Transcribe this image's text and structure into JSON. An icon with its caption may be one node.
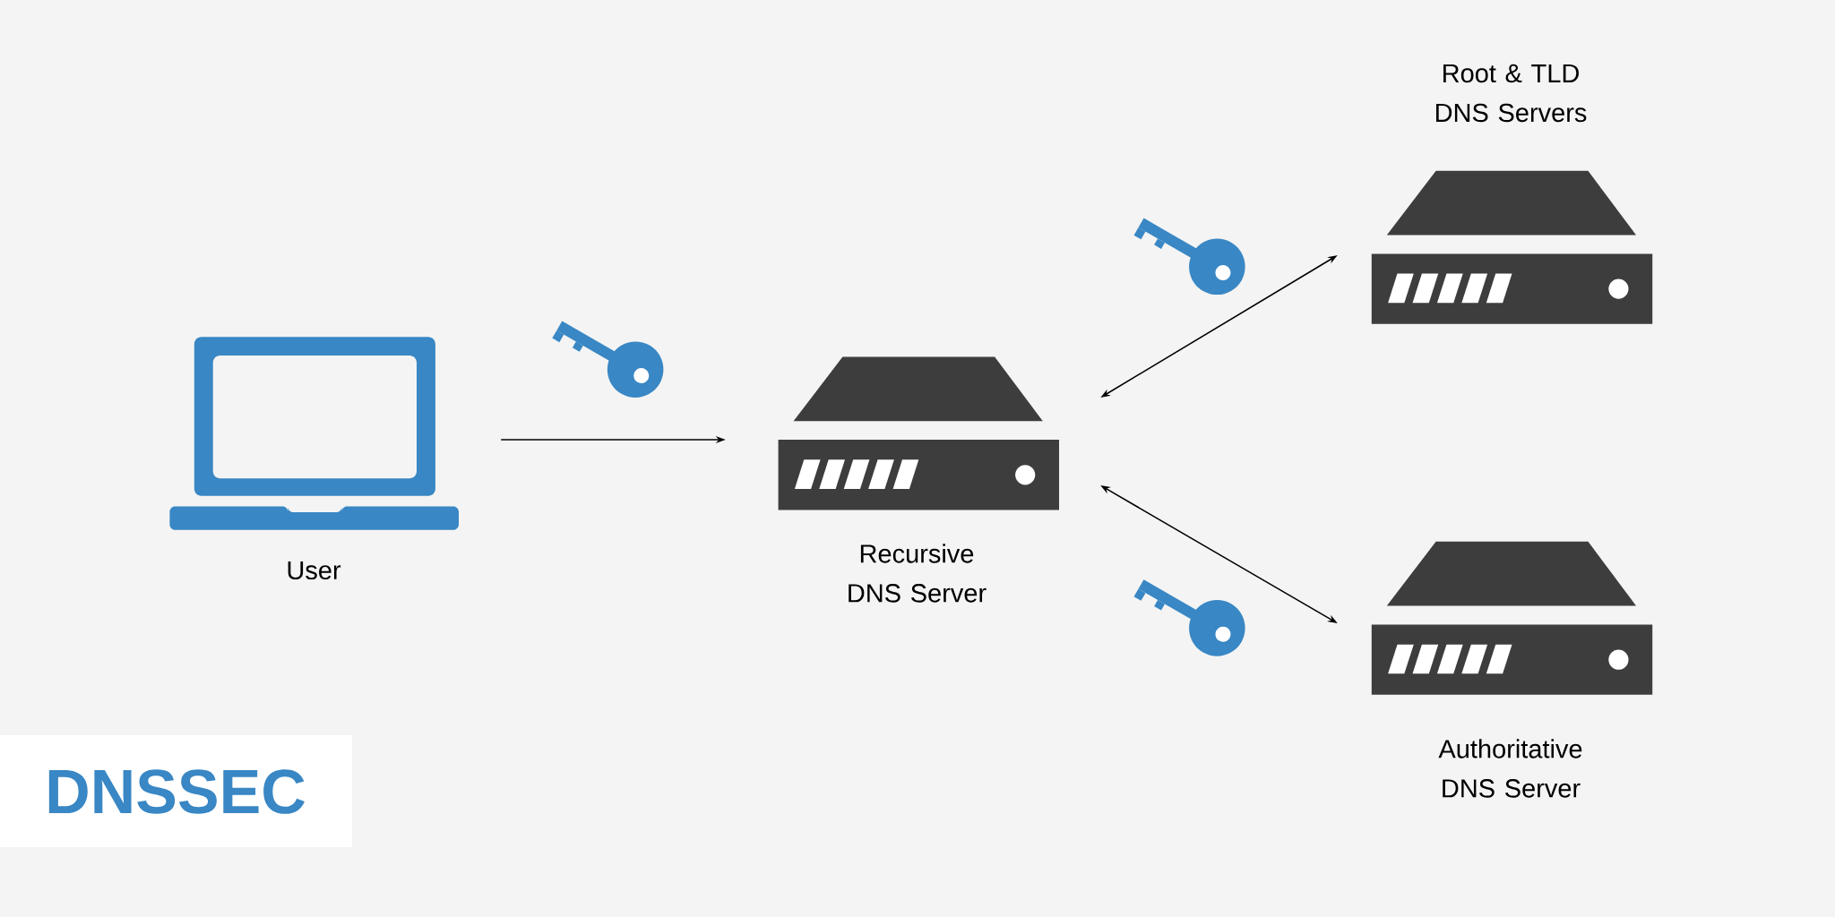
{
  "diagram": {
    "title": "DNSSEC",
    "nodes": [
      {
        "text": [
          "User"
        ]
      },
      {
        "text": [
          "Recursive DNS Server"
        ]
      },
      {
        "text": [
          "Root & TLD DNS Servers"
        ]
      },
      {
        "text": [
          "Authoritative DNS Server"
        ]
      }
    ],
    "edges": [
      {
        "from": 0,
        "to": 1,
        "arrow": "to"
      },
      {
        "from": 1,
        "to": 2,
        "arrow": "both"
      },
      {
        "from": 1,
        "to": 3,
        "arrow": "both"
      }
    ]
  }
}
